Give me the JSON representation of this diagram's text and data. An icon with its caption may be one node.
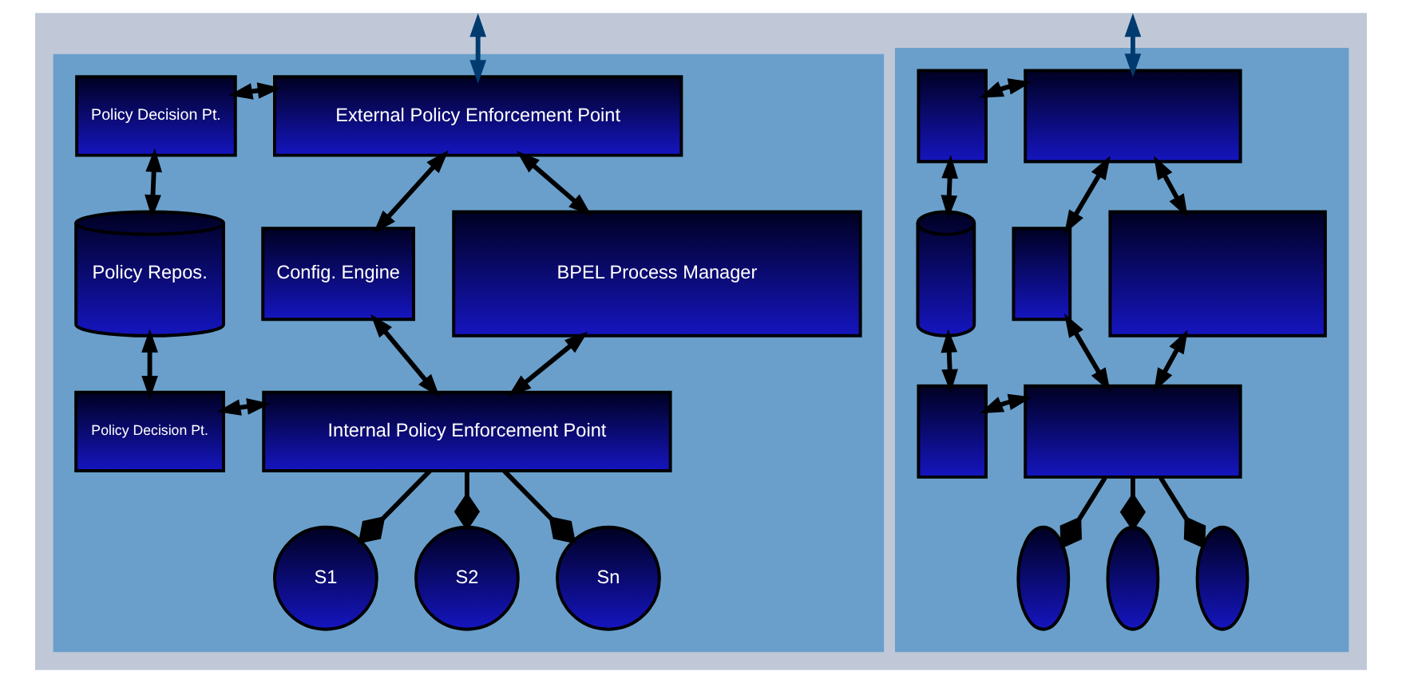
{
  "diagram": {
    "nodes": [
      {
        "text": [],
        "shape": "box"
      },
      {
        "text": [
          "Policy Decision Pt."
        ],
        "in": 0
      },
      {
        "text": [
          "External Policy Enforcement Point"
        ],
        "in": 0
      },
      {
        "text": [
          "Policy Repos."
        ],
        "in": 0
      },
      {
        "text": [
          "BPEL Process Manager"
        ],
        "in": 0
      },
      {
        "text": [
          "Config. Engine"
        ],
        "in": 0
      },
      {
        "text": [
          "Policy Decision Pt."
        ],
        "in": 0
      },
      {
        "text": [
          "Internal Policy Enforcement Point"
        ],
        "in": 0
      },
      {
        "text": [
          "S1"
        ],
        "in": 0
      },
      {
        "text": [
          "S2"
        ],
        "in": 0
      },
      {
        "text": [
          "Sn"
        ],
        "in": 0
      },
      {
        "text": [],
        "shape": "box"
      },
      {
        "text": [],
        "shape": "box",
        "in": 11
      },
      {
        "text": [],
        "shape": "box",
        "in": 11
      },
      {
        "text": [],
        "shape": "cylinder",
        "in": 11
      },
      {
        "text": [],
        "shape": "box",
        "in": 11
      },
      {
        "text": [],
        "shape": "box",
        "in": 11
      },
      {
        "text": [],
        "shape": "box",
        "in": 11
      },
      {
        "text": [],
        "shape": "box",
        "in": 11
      },
      {
        "text": [],
        "shape": "ellipse",
        "in": 11
      },
      {
        "text": [],
        "shape": "ellipse",
        "in": 11
      },
      {
        "text": [],
        "shape": "ellipse",
        "in": 11
      }
    ],
    "edges": [
      {
        "from": null,
        "to": 2,
        "arrow": "both",
        "color": "#003b6f"
      },
      {
        "from": 1,
        "to": 2,
        "arrow": "both"
      },
      {
        "from": 1,
        "to": 3,
        "arrow": "both"
      },
      {
        "from": 2,
        "to": 4,
        "arrow": "both"
      },
      {
        "from": 2,
        "to": 5,
        "arrow": "both"
      },
      {
        "from": 3,
        "to": 6,
        "arrow": "both"
      },
      {
        "from": 4,
        "to": 7,
        "arrow": "both"
      },
      {
        "from": 5,
        "to": 7,
        "arrow": "both"
      },
      {
        "from": 6,
        "to": 7,
        "arrow": "both"
      },
      {
        "from": 7,
        "to": 8,
        "arrow": "other"
      },
      {
        "from": 7,
        "to": 9,
        "arrow": "other"
      },
      {
        "from": 7,
        "to": 10,
        "arrow": "other"
      },
      {
        "from": null,
        "to": 13,
        "arrow": "both",
        "color": "#003b6f"
      },
      {
        "from": 12,
        "to": 13,
        "arrow": "both"
      },
      {
        "from": 12,
        "to": 14,
        "arrow": "both"
      },
      {
        "from": 13,
        "to": 15,
        "arrow": "both"
      },
      {
        "from": 13,
        "to": 16,
        "arrow": "both"
      },
      {
        "from": 14,
        "to": 17,
        "arrow": "both"
      },
      {
        "from": 15,
        "to": 18,
        "arrow": "both"
      },
      {
        "from": 16,
        "to": 18,
        "arrow": "both"
      },
      {
        "from": 17,
        "to": 18,
        "arrow": "both"
      },
      {
        "from": 18,
        "to": 19,
        "arrow": "other"
      },
      {
        "from": 18,
        "to": 20,
        "arrow": "other"
      },
      {
        "from": 18,
        "to": 21,
        "arrow": "other"
      }
    ]
  }
}
